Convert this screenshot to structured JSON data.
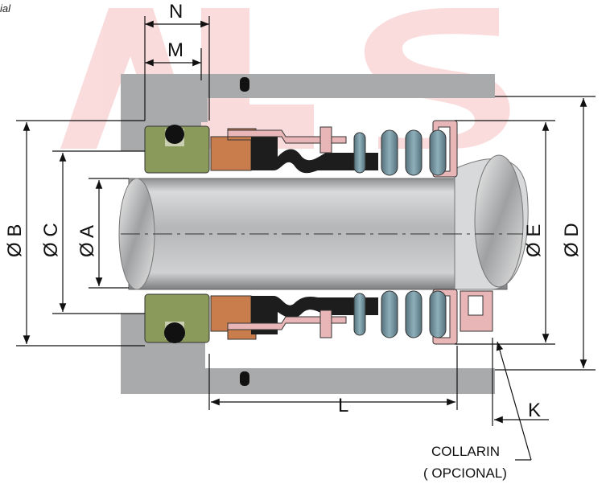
{
  "corner_text": "ial",
  "dimensions": {
    "N": "N",
    "M": "M",
    "B": "Ø B",
    "C": "Ø C",
    "A": "Ø A",
    "E": "Ø E",
    "D": "Ø D",
    "L": "L",
    "K": "K"
  },
  "callout": {
    "line1": "COLLARIN",
    "line2": "( OPCIONAL)"
  },
  "colors": {
    "watermark": "#e2262b",
    "housing": "#a9aaac",
    "shaft": "#c4c5c7",
    "seat": "#8a9a5b",
    "face": "#c97c4c",
    "bellows": "#1d1d1d",
    "retainer": "#e8b6b6",
    "spring": "#6f8f9a"
  }
}
